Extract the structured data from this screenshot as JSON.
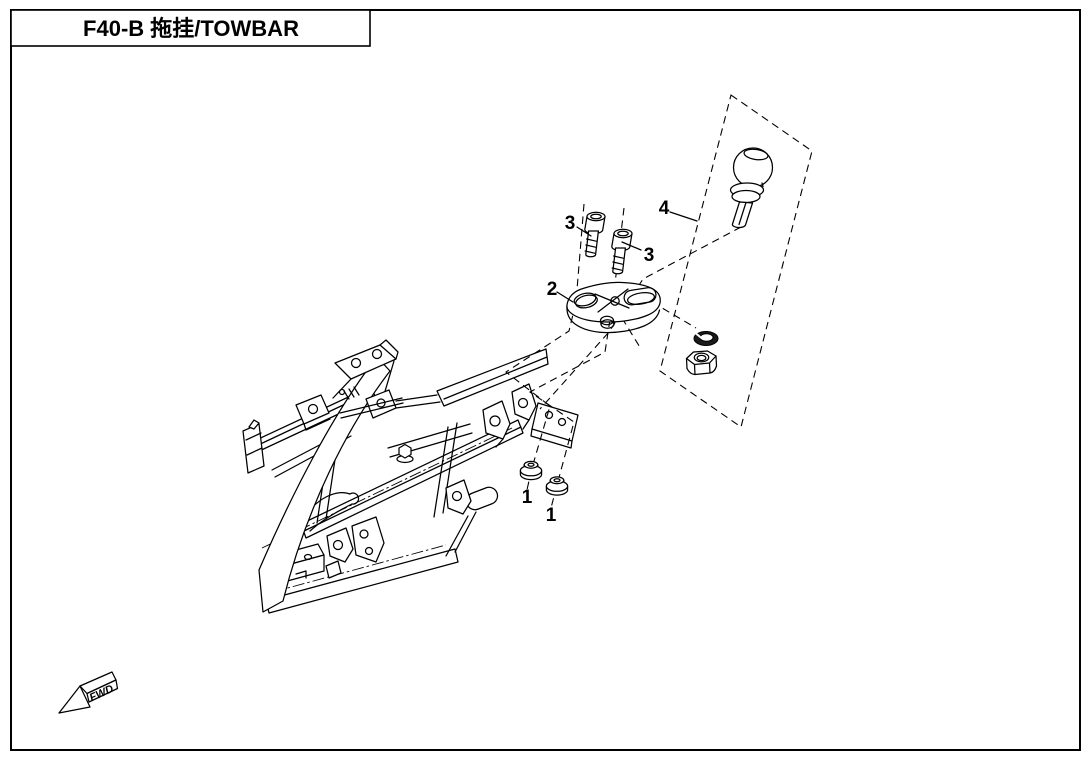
{
  "title_block": {
    "text": "F40-B 拖挂/TOWBAR"
  },
  "orientation_marker": {
    "label": "FWD"
  },
  "callouts": {
    "c4": "4",
    "c3_left": "3",
    "c3_right": "3",
    "c2": "2",
    "c1_front": "1",
    "c1_rear": "1"
  },
  "colors": {
    "line": "#000000",
    "paper": "#ffffff"
  }
}
